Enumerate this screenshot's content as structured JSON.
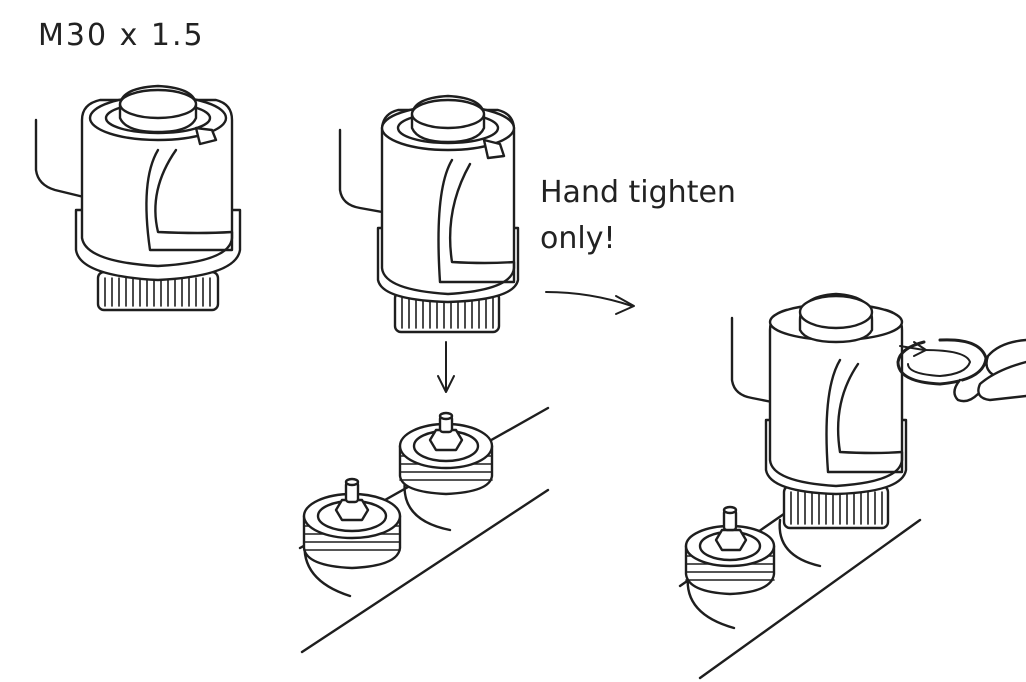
{
  "labels": {
    "thread_size": "M30 x 1.5",
    "instruction_line1": "Hand tighten",
    "instruction_line2": "only!"
  },
  "colors": {
    "stroke": "#1e1e1e",
    "fill": "#ffffff"
  },
  "illustration": {
    "steps": [
      {
        "name": "actuator-standalone",
        "icon": "thermal-actuator"
      },
      {
        "name": "actuator-placed-on-valve",
        "icon": "thermal-actuator"
      },
      {
        "name": "actuator-tightened-on-valve",
        "icon": "thermal-actuator"
      }
    ]
  }
}
